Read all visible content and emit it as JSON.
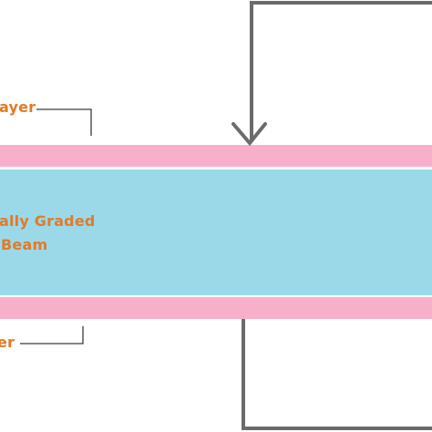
{
  "colors": {
    "face_sheet": "#f8b0ca",
    "core": "#9bd9e9",
    "label_text": "#e07b2a",
    "leader_line": "#3a3a3a",
    "load_frame": "#6b6b6b",
    "background": "#ffffff"
  },
  "labels": {
    "top_layer": "ayer",
    "core_line1": "ally Graded",
    "core_line2": "Beam",
    "bottom_layer": "er"
  },
  "icons": {
    "load_arrow": "arrow-down-icon"
  }
}
